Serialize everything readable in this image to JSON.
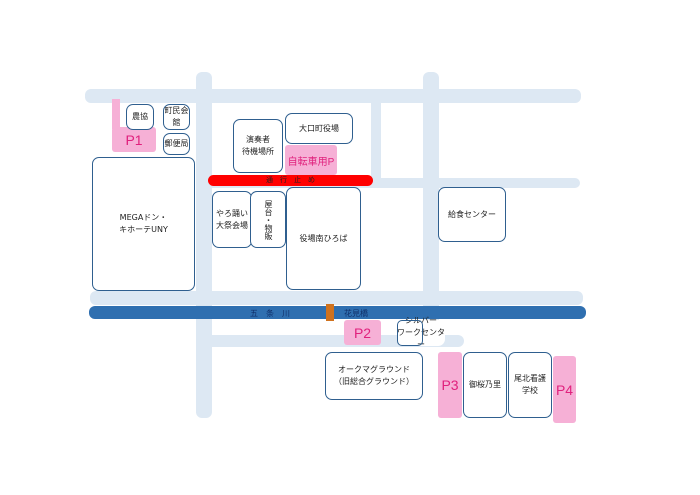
{
  "colors": {
    "road": "#dde8f3",
    "river": "#2f6fb0",
    "building_border": "#2f5f8f",
    "parking_fill": "#f6b0d6",
    "parking_text": "#e0217d",
    "closure_bar": "#ff0000",
    "bridge": "#d0721e"
  },
  "buildings": {
    "noukyou": "農協",
    "chouminkaikan": "町民会館",
    "yuubinkyoku": "郵便局",
    "ensousha": "演奏者\n待機場所",
    "ookuchi_yakuba": "大口町役場",
    "yagura": "やろ踊い\n大祭会場",
    "yatai": "屋台・物販",
    "hiroba": "役場南ひろば",
    "kyuushoku": "給食センター",
    "mega_donki": "MEGAドン・\nキホーテUNY",
    "silver": "シルバー\nワークセンター",
    "oaku_ground": "オークマグラウンド\n（旧総合グラウンド）",
    "gyoouji": "御桜乃里",
    "school": "尾北看護\n学校"
  },
  "parking": {
    "p1": "P1",
    "p2": "P2",
    "p3": "P3",
    "p4": "P4",
    "bike": "自転車用P"
  },
  "road_labels": {
    "closure": "通　行　止　め",
    "river": "五　条　川",
    "bridge": "花見橋"
  }
}
